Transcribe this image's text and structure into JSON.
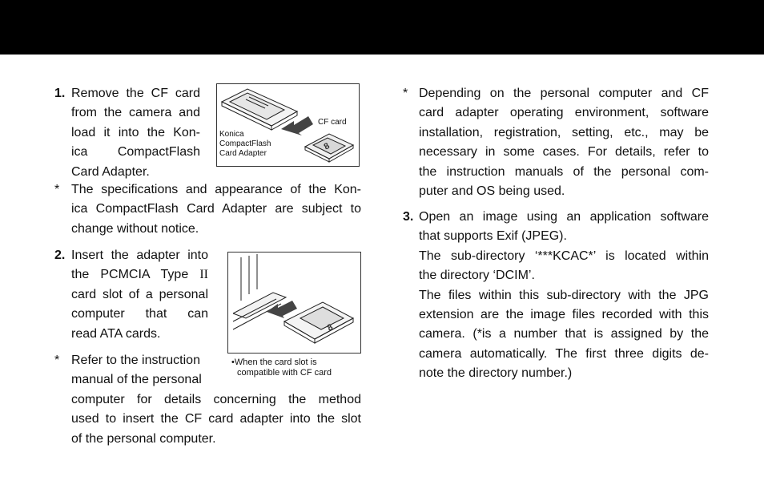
{
  "step1": {
    "number": "1.",
    "lines": [
      "Remove the CF card",
      "from the camera and",
      "load it into the Kon-",
      "ica CompactFlash",
      "Card Adapter."
    ]
  },
  "note1": {
    "marker": "*",
    "lines": [
      "The specifications and appearance of the Kon-",
      "ica CompactFlash Card Adapter are subject to",
      "change without notice."
    ]
  },
  "figure1": {
    "label_cf": "CF card",
    "label_adapter": [
      "Konica",
      "CompactFlash",
      "Card Adapter"
    ]
  },
  "step2": {
    "number": "2.",
    "lines_pre": "Insert the adapter into",
    "line2_text": "the PCMCIA Type",
    "line2_roman": "II",
    "lines": [
      "card slot of a personal",
      "computer that can",
      "read ATA cards."
    ]
  },
  "figure2": {
    "caption_bullet": "•",
    "caption": [
      "When the card slot is",
      "compatible with CF card"
    ]
  },
  "note2": {
    "marker": "*",
    "lines_short": [
      "Refer to the instruction",
      "manual of the personal"
    ],
    "lines": [
      "computer for details concerning the method",
      "used to insert the CF card adapter into the slot",
      "of the personal computer."
    ]
  },
  "note3": {
    "marker": "*",
    "lines": [
      "Depending on the personal computer and CF",
      "card adapter operating environment, software",
      "installation, registration, setting, etc., may be",
      "necessary in some cases. For details, refer to",
      "the instruction manuals of the personal com-",
      "puter and OS being used."
    ]
  },
  "step3": {
    "number": "3.",
    "lines": [
      "Open an image using an application software",
      "that supports Exif (JPEG).",
      "The sub-directory ‘***KCAC*’ is located within",
      "the directory ‘DCIM’.",
      "The files within this sub-directory with the JPG",
      "extension are the image files recorded with this",
      "camera. (*is a number that is assigned by the",
      "camera automatically. The first three digits de-",
      "note the directory number.)"
    ]
  }
}
